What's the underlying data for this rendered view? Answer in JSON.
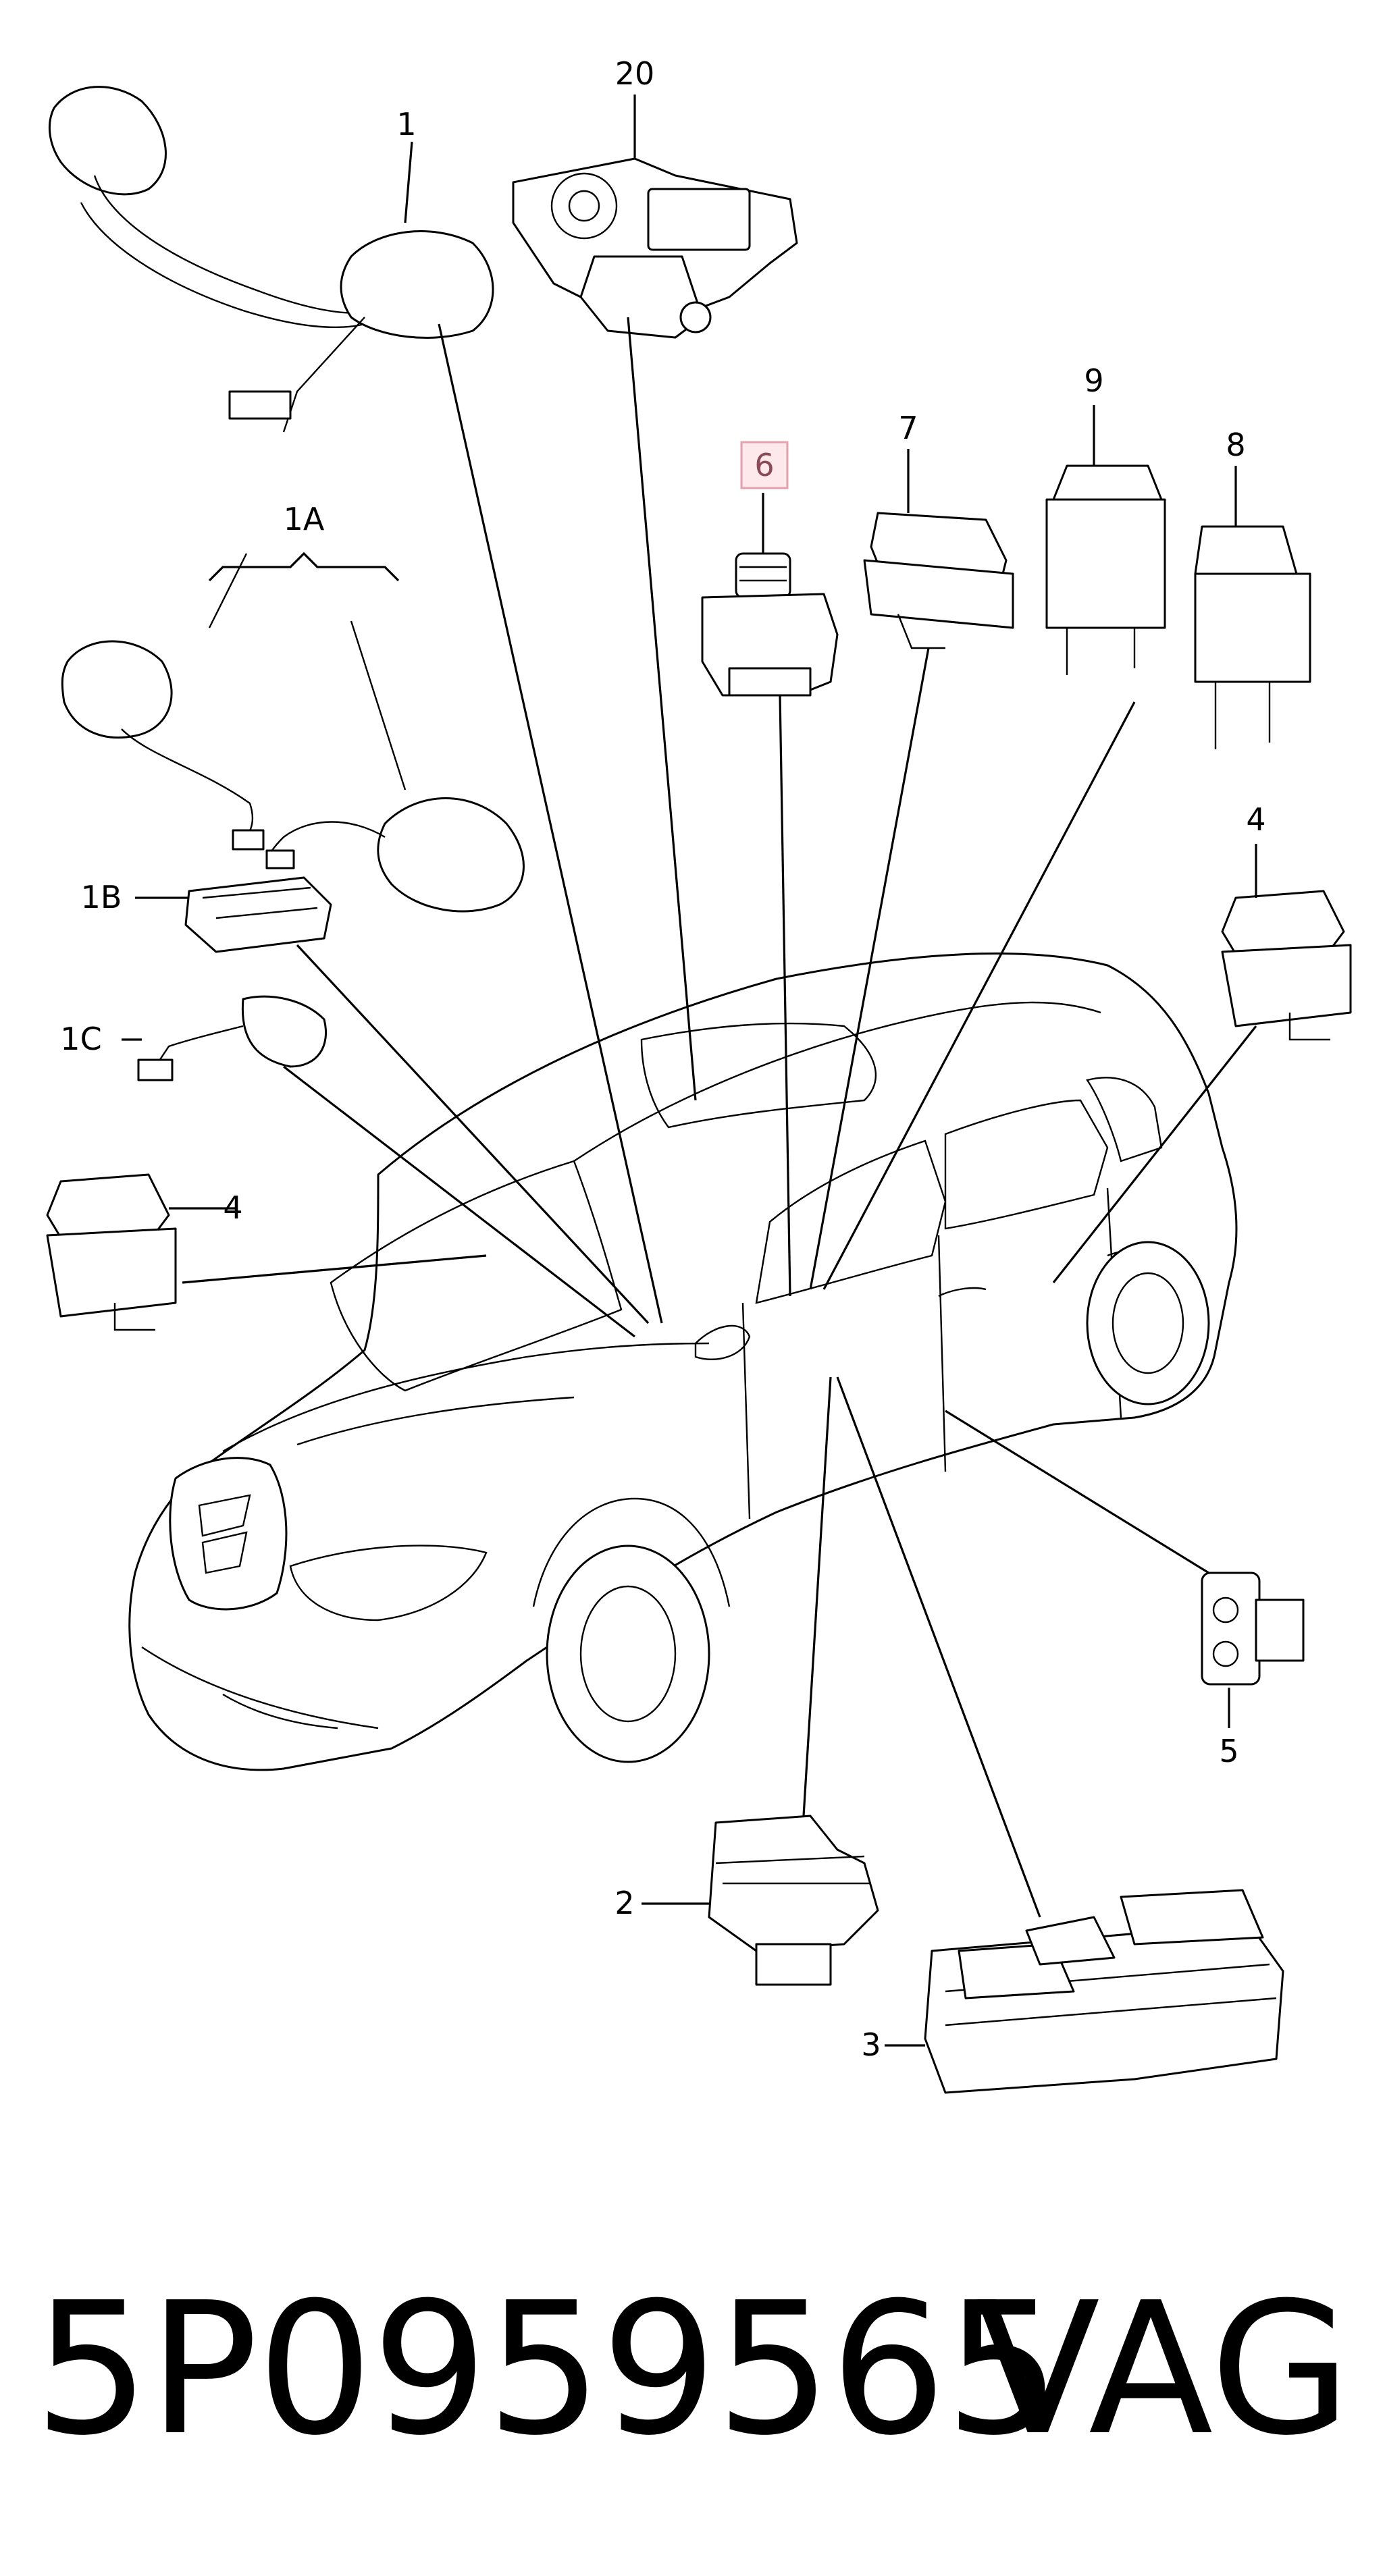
{
  "callouts": {
    "c1": "1",
    "c1A": "1A",
    "c1B": "1B",
    "c1C": "1C",
    "c2": "2",
    "c3": "3",
    "c4a": "4",
    "c4b": "4",
    "c5": "5",
    "c6": "6",
    "c7": "7",
    "c8": "8",
    "c9": "9",
    "c20": "20"
  },
  "highlighted_callout": "6",
  "colors": {
    "highlight_fill": "#fde8ec",
    "highlight_stroke": "#e4a0ad",
    "ink": "#000000"
  },
  "footer": {
    "part_number": "5P0959565",
    "brand": "VAG"
  }
}
